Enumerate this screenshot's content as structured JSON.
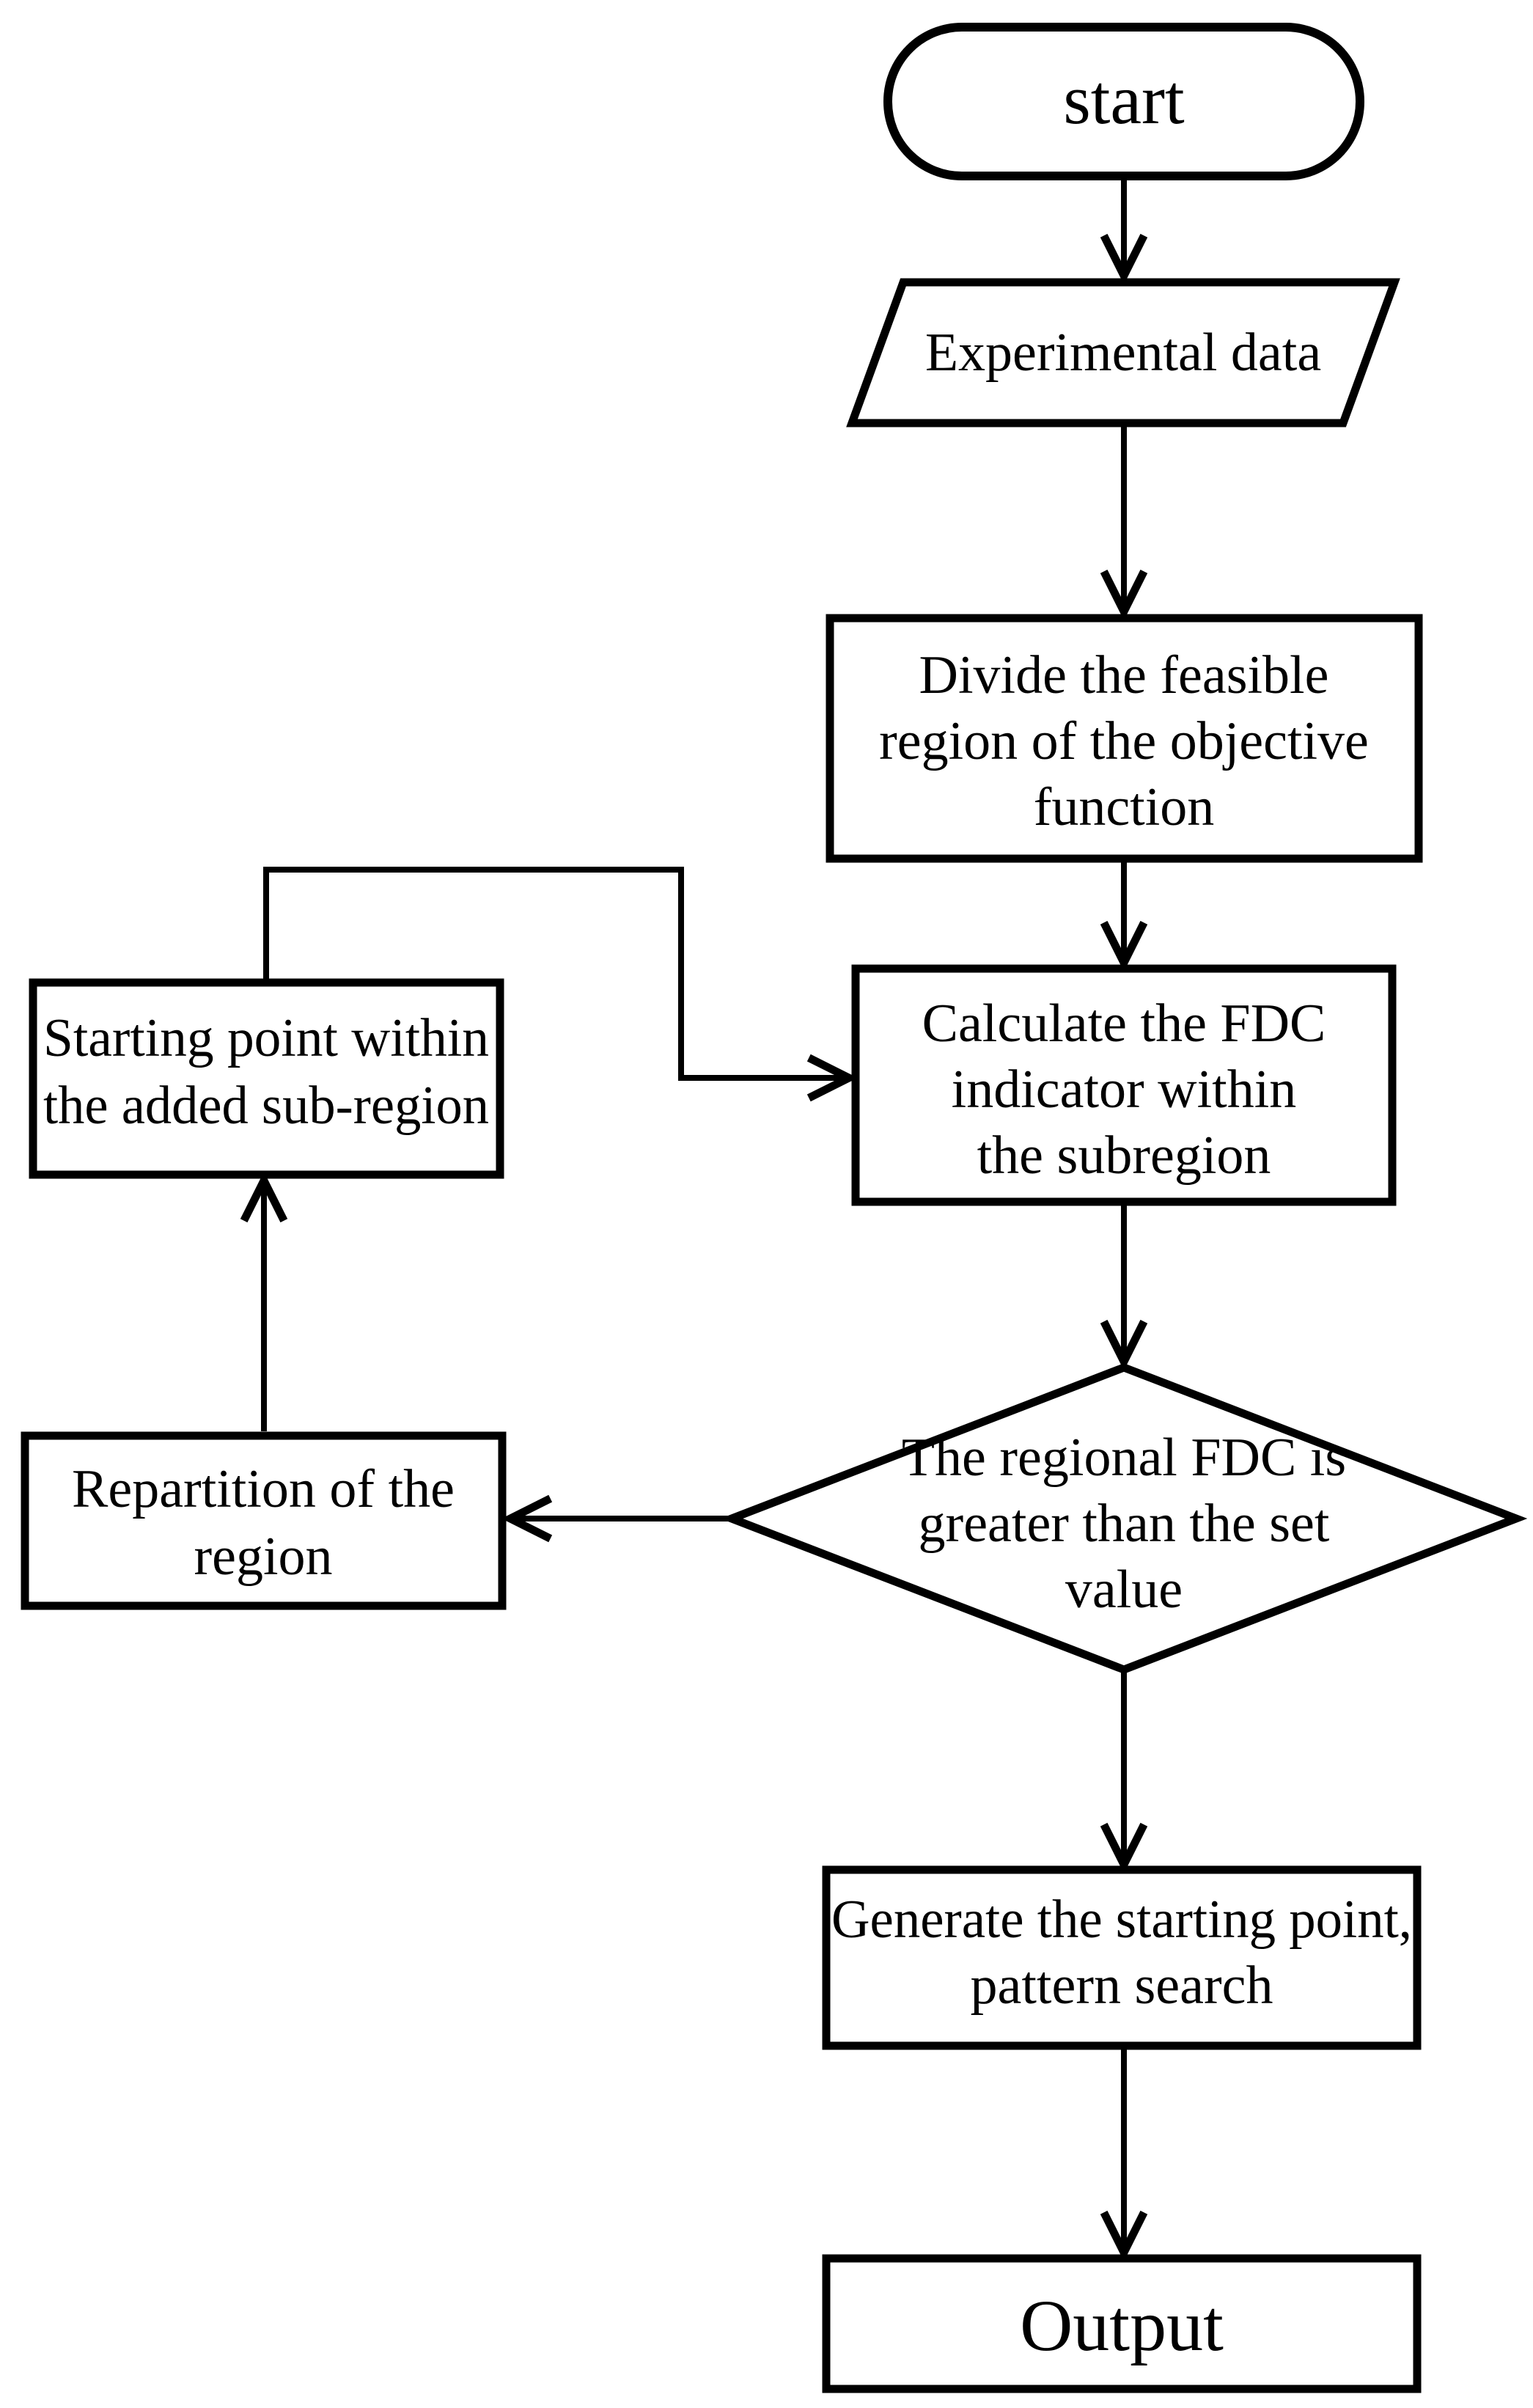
{
  "meta": {
    "diagram_type": "flowchart",
    "background_color": "#ffffff",
    "ink_color": "#000000"
  },
  "nodes": {
    "start": {
      "shape": "stadium",
      "lines": [
        "start"
      ]
    },
    "experimental_data": {
      "shape": "parallelogram",
      "lines": [
        "Experimental data"
      ]
    },
    "divide_region": {
      "shape": "process",
      "lines": [
        "Divide the feasible",
        "region of the objective",
        "function"
      ]
    },
    "calculate_fdc": {
      "shape": "process",
      "lines": [
        "Calculate the FDC",
        "indicator within",
        "the subregion"
      ]
    },
    "fdc_decision": {
      "shape": "decision",
      "lines": [
        "The regional FDC is",
        "greater than the set",
        "value"
      ]
    },
    "generate_start_point": {
      "shape": "process",
      "lines": [
        "Generate the starting point,",
        "pattern search"
      ]
    },
    "output": {
      "shape": "process",
      "lines": [
        "Output"
      ]
    },
    "starting_point": {
      "shape": "process",
      "lines": [
        "Starting point within",
        "the added sub-region"
      ]
    },
    "repartition": {
      "shape": "process",
      "lines": [
        "Repartition of the",
        "region"
      ]
    }
  },
  "edges": [
    {
      "from": "start",
      "to": "experimental_data",
      "direction": "down"
    },
    {
      "from": "experimental_data",
      "to": "divide_region",
      "direction": "down"
    },
    {
      "from": "divide_region",
      "to": "calculate_fdc",
      "direction": "down"
    },
    {
      "from": "calculate_fdc",
      "to": "fdc_decision",
      "direction": "down"
    },
    {
      "from": "fdc_decision",
      "to": "generate_start_point",
      "direction": "down"
    },
    {
      "from": "fdc_decision",
      "to": "repartition",
      "direction": "left"
    },
    {
      "from": "repartition",
      "to": "starting_point",
      "direction": "up"
    },
    {
      "from": "starting_point",
      "to": "calculate_fdc",
      "direction": "up-right"
    },
    {
      "from": "generate_start_point",
      "to": "output",
      "direction": "down"
    }
  ]
}
